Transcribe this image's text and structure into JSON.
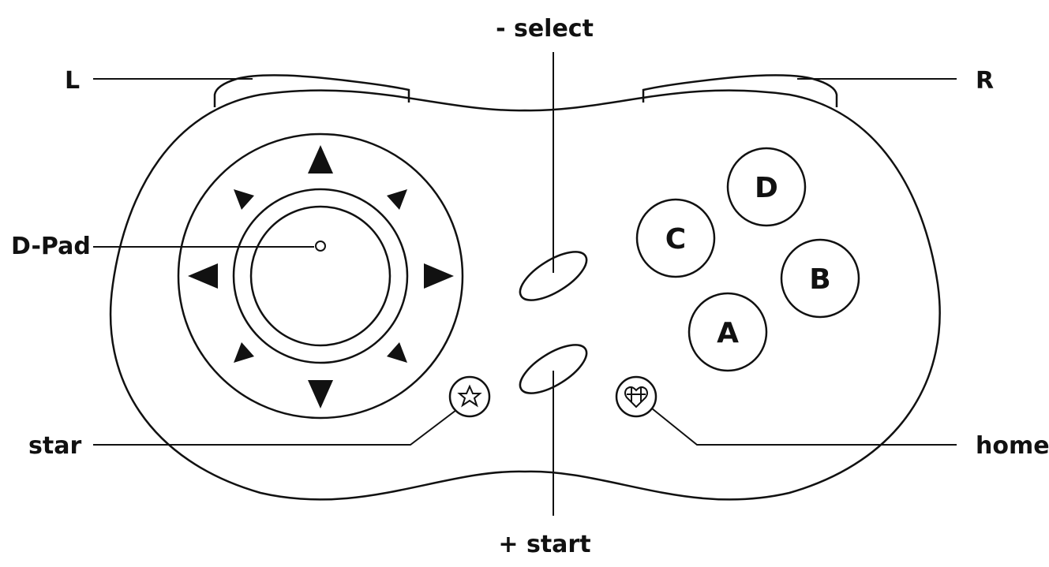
{
  "labels": {
    "l": "L",
    "r": "R",
    "select": "- select",
    "dpad": "D-Pad",
    "star": "star",
    "home": "home",
    "start": "+ start"
  },
  "buttons": {
    "a": "A",
    "b": "B",
    "c": "C",
    "d": "D"
  },
  "colors": {
    "ink": "#111111",
    "background": "#ffffff"
  }
}
